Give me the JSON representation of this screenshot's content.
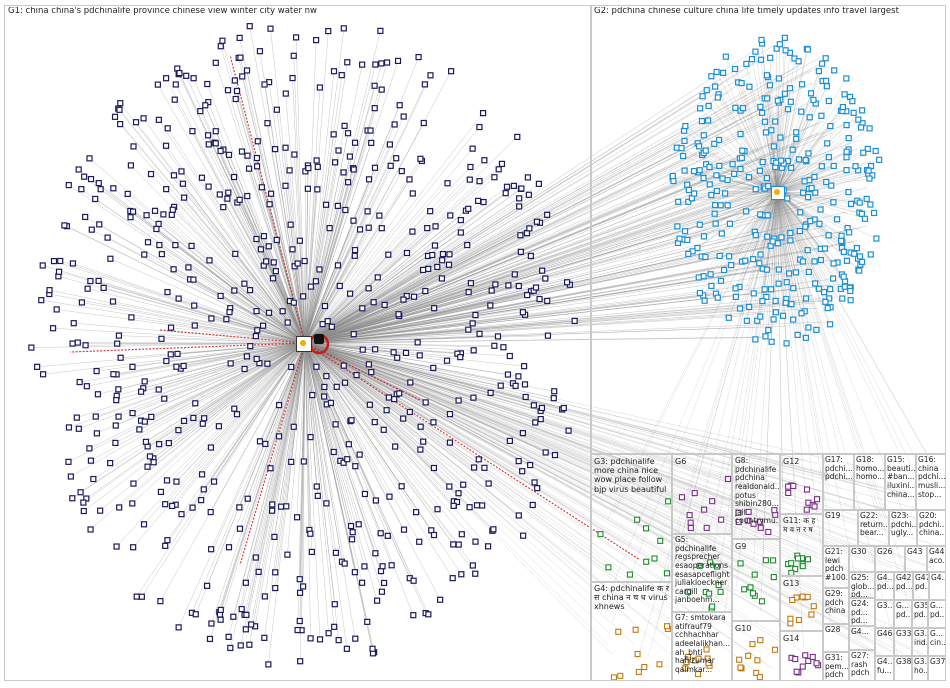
{
  "groups": [
    {
      "id": "G1",
      "label": "G1: china china's pdchinalife province chinese view winter city water nw"
    },
    {
      "id": "G2",
      "label": "G2: pdchina chinese culture china life timely updates info travel largest"
    },
    {
      "id": "G3",
      "label": "G3: pdchinalife more china nice wow place follow bjp virus beautiful"
    },
    {
      "id": "G4",
      "label": "G4: pdchinalife क र स china न च ध virus xhnews"
    },
    {
      "id": "G5",
      "label": "G5: pdchinalife regsprecher esaoperations esasapceflight juliakloeckner cargill janboehm..."
    },
    {
      "id": "G6",
      "label": "G6"
    },
    {
      "id": "G7",
      "label": "G7: smtokara atifrauf79 cchhachhar adeelalikhan... ah_bhti hafiizumar qalmkar..."
    },
    {
      "id": "G8",
      "label": "G8: pdchinalife pdchina realdonald... potus shibin280... jail countrymu..."
    },
    {
      "id": "G9",
      "label": "G9"
    },
    {
      "id": "G10",
      "label": "G10"
    },
    {
      "id": "G11",
      "label": "G11: क ह म व न र ष"
    },
    {
      "id": "G12",
      "label": "G12"
    },
    {
      "id": "G13",
      "label": "G13"
    },
    {
      "id": "G14",
      "label": "G14"
    },
    {
      "id": "G15",
      "label": "G15: beauti... #ban... iluxini... china..."
    },
    {
      "id": "G16",
      "label": "G16: china pdchi... musli... stop..."
    },
    {
      "id": "G17",
      "label": "G17: pdchi... pdchi..."
    },
    {
      "id": "G18",
      "label": "G18: homo... homo..."
    },
    {
      "id": "G19",
      "label": "G19"
    },
    {
      "id": "G20",
      "label": "G20: pdchi... china..."
    },
    {
      "id": "G21",
      "label": "G21: lewi pdch #100..."
    },
    {
      "id": "G22",
      "label": "G22: return... bear..."
    },
    {
      "id": "G23",
      "label": "G23: pdchi... ugly..."
    },
    {
      "id": "G24",
      "label": "G24: pd... pd..."
    },
    {
      "id": "G25",
      "label": "G25: glob... pd..."
    },
    {
      "id": "G26",
      "label": "G26"
    },
    {
      "id": "G27",
      "label": "G27: rash pdch"
    },
    {
      "id": "G28",
      "label": "G28"
    },
    {
      "id": "G29",
      "label": "G29: pdch china"
    },
    {
      "id": "G30",
      "label": "G30"
    },
    {
      "id": "G31",
      "label": "G31: pem... pdch"
    },
    {
      "id": "G32",
      "label": "G3..."
    },
    {
      "id": "G33",
      "label": "G33"
    },
    {
      "id": "G34",
      "label": "G4... pd..."
    },
    {
      "id": "G35",
      "label": "G35 pd..."
    },
    {
      "id": "G36",
      "label": "G3... ind..."
    },
    {
      "id": "G37",
      "label": "G37"
    },
    {
      "id": "G38",
      "label": "G38"
    },
    {
      "id": "G39",
      "label": "G3... ho..."
    },
    {
      "id": "G40",
      "label": "G4... fu..."
    },
    {
      "id": "G41",
      "label": "G4... pd..."
    },
    {
      "id": "G42",
      "label": "G42 pd..."
    },
    {
      "id": "G43",
      "label": "G43"
    },
    {
      "id": "G44",
      "label": "G44 aco..."
    },
    {
      "id": "G45",
      "label": "G4..."
    },
    {
      "id": "G46",
      "label": "G46"
    },
    {
      "id": "G47",
      "label": "G47 pd..."
    },
    {
      "id": "G48",
      "label": "G... pd..."
    },
    {
      "id": "G49",
      "label": "G4..."
    },
    {
      "id": "G50",
      "label": "G... pd..."
    },
    {
      "id": "G51",
      "label": "G... cin..."
    }
  ],
  "colors": {
    "g1_node": "#1a1a5e",
    "g2_node": "#1b8fd6",
    "edge": "#8a8a8a",
    "self_loop": "#d01818",
    "box_border": "#c9c9c9"
  },
  "hub_icons": [
    "china-flag-icon",
    "panda-icon"
  ]
}
